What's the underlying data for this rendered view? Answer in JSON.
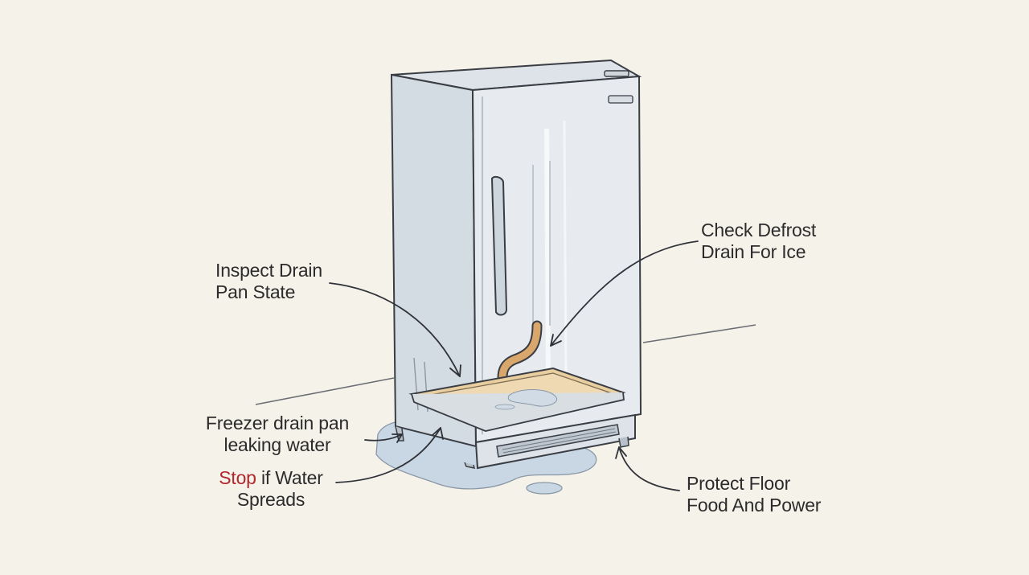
{
  "callouts": {
    "defrost_drain": {
      "line1": "Check Defrost",
      "line2": "Drain For Ice"
    },
    "drain_pan": {
      "line1": "Inspect Drain",
      "line2": "Pan State"
    },
    "leak": {
      "line1": "Freezer drain pan",
      "line2": "leaking water"
    },
    "stop": {
      "emphasis": "Stop",
      "rest": " if Water",
      "line2": "Spreads"
    },
    "protect": {
      "line1": "Protect Floor",
      "line2": "Food And Power"
    }
  },
  "colors": {
    "ink": "#3a3d44",
    "stop_emphasis": "#b0282e",
    "water": "#c9d6e3",
    "tray_fill": "#e9cfa0",
    "body_fill": "#e7ebef"
  },
  "icons": [
    "upright-freezer-illustration",
    "drain-tube",
    "drain-pan",
    "water-puddle"
  ]
}
